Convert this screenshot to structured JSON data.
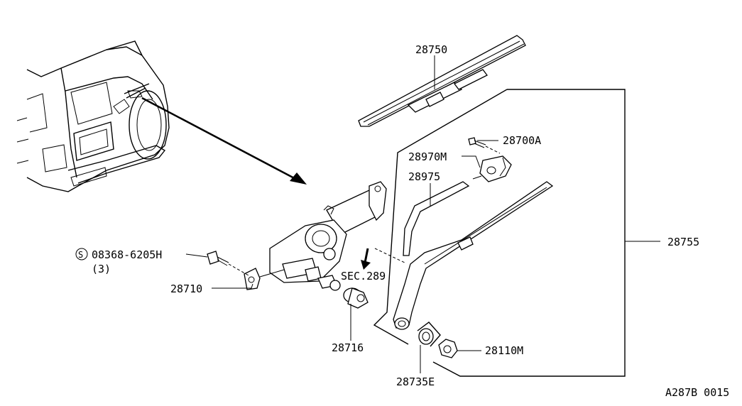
{
  "labels": {
    "blade": "28750",
    "cap_bolt": "28700A",
    "cap": "28970M",
    "rubber": "28975",
    "arm_assy": "28755",
    "bolt_spec": "08368-6205H",
    "bolt_qty": "(3)",
    "bolt_circle": "S",
    "motor": "28710",
    "sec_ref": "SEC.289",
    "bushing": "28716",
    "washer": "28735E",
    "nut": "28110M",
    "diagram_code": "A287B 0015"
  }
}
